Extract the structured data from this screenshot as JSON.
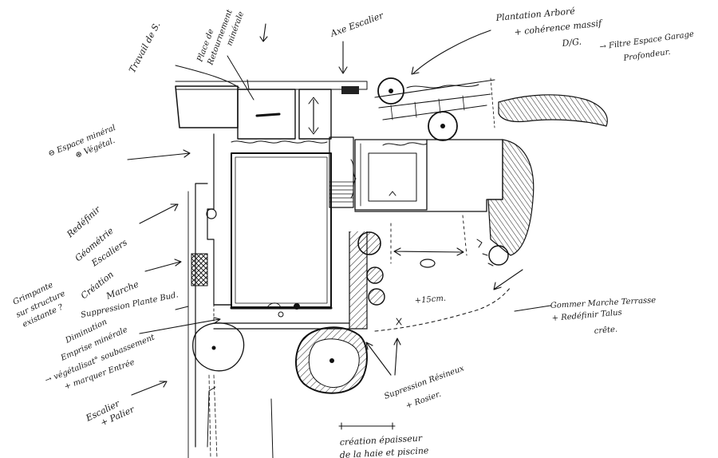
{
  "annotations": {
    "travail": "Travail de S.",
    "place_retournement_1": "Place de",
    "place_retournement_2": "Retournement",
    "place_retournement_3": "minérale",
    "axe_escalier": "Axe Escalier",
    "plantation_1": "Plantation Arboré",
    "plantation_2": "+ cohérence massif",
    "plantation_3": "D/G.",
    "filtre_1": "→ Filtre Espace Garage",
    "filtre_2": "Profondeur.",
    "espace_1": "⊖ Espace minéral",
    "espace_2": "⊕ Végétal.",
    "redefinir_1": "Redéfinir",
    "redefinir_2": "Géométrie",
    "redefinir_3": "Escaliers",
    "creation_1": "Création",
    "creation_2": "Marche",
    "grimpante_1": "Grimpante",
    "grimpante_2": "sur structure",
    "grimpante_3": "existante ?",
    "suppression_bud": "Suppression Plante Bud.",
    "diminution_1": "Diminution",
    "diminution_2": "Emprise minérale",
    "diminution_3": "→ végétalisat° soubassement",
    "diminution_4": "+ marquer Entrée",
    "escalier_1": "Escalier",
    "escalier_2": "+ Palier",
    "gommer_1": "Gommer Marche Terrasse",
    "gommer_2": "+ Redéfinir Talus",
    "gommer_3": "crête.",
    "plus15": "+15cm.",
    "suppression_res_1": "Supression Résineux",
    "suppression_res_2": "+ Rosier.",
    "creation_bottom_1": "création épaisseur",
    "creation_bottom_2": "de la haie et piscine"
  }
}
